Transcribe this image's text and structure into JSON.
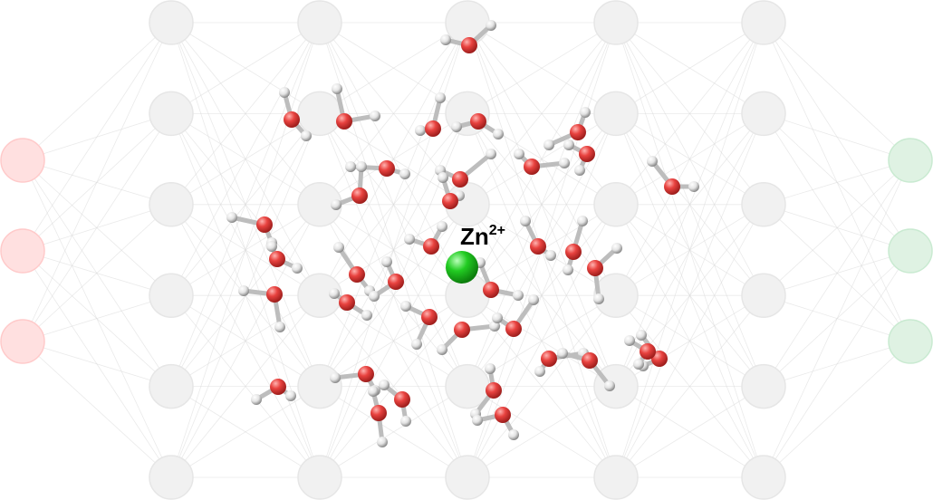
{
  "figure": {
    "ion_label": "Zn",
    "ion_charge": "2+"
  },
  "network": {
    "layers": [
      {
        "role": "input",
        "nodes": 3
      },
      {
        "role": "hidden",
        "nodes": 6
      },
      {
        "role": "hidden",
        "nodes": 6
      },
      {
        "role": "hidden",
        "nodes": 6
      },
      {
        "role": "hidden",
        "nodes": 6
      },
      {
        "role": "hidden",
        "nodes": 6
      },
      {
        "role": "output",
        "nodes": 3
      }
    ]
  },
  "colors": {
    "input_node": "#ffe0e0",
    "input_node_stroke": "#ffcaca",
    "hidden_node": "#f1f1f1",
    "hidden_node_stroke": "#e6e6e6",
    "output_node": "#dff2e3",
    "output_node_stroke": "#c9ead1",
    "edge": "#d9d9d9",
    "oxygen": "#e8423f",
    "oxygen_dark": "#9e1e1c",
    "hydrogen": "#e9e9e9",
    "hydrogen_dark": "#8a8a8a",
    "zinc": "#22cc22",
    "zinc_dark": "#0c7d0c"
  }
}
